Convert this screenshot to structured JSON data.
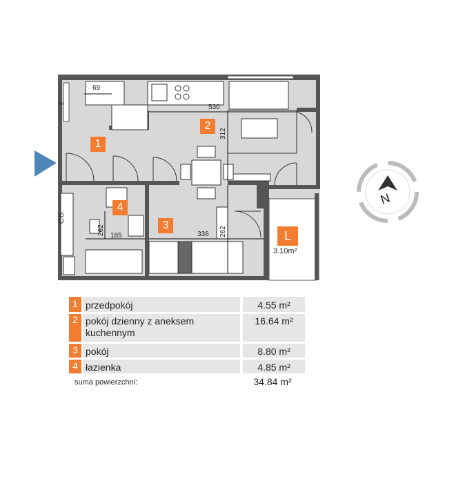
{
  "rooms": [
    {
      "num": "1",
      "name": "przedpokój",
      "area": "4.55 m²"
    },
    {
      "num": "2",
      "name": "pokój dzienny z aneksem kuchennym",
      "area": "16.64 m²"
    },
    {
      "num": "3",
      "name": "pokój",
      "area": "8.80 m²"
    },
    {
      "num": "4",
      "name": "łazienka",
      "area": "4.85 m²"
    }
  ],
  "summary": {
    "label": "suma powierzchni:",
    "value": "34.84 m²"
  },
  "balcony": {
    "tag": "L",
    "area": "3.10m²"
  },
  "dimensions": {
    "d69": "69",
    "d530": "530",
    "d312": "312",
    "d262a": "262",
    "d185": "185",
    "d336": "336",
    "d262b": "262"
  },
  "labels": {
    "co": "C.O.",
    "e": "E"
  },
  "compass": {
    "letter": "N"
  },
  "colors": {
    "accent": "#f27c2f",
    "wall": "#4a4a4a",
    "floor": "#d9d9d9",
    "entry": "#4f86b8"
  }
}
